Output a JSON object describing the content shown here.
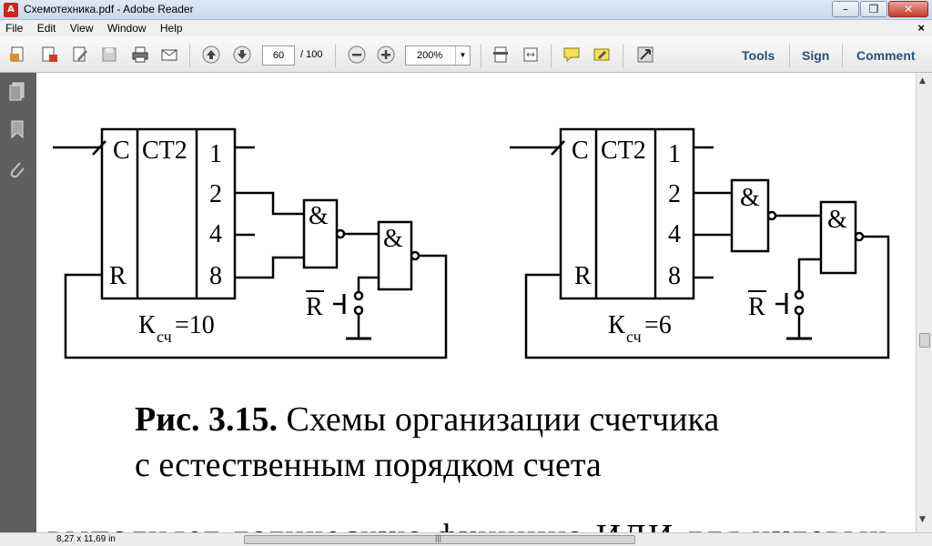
{
  "window": {
    "title": "Схемотехника.pdf - Adobe Reader",
    "app_icon": "pdf-icon"
  },
  "window_controls": {
    "minimize": "–",
    "maximize": "❐",
    "close": "✕"
  },
  "menu": {
    "items": [
      "File",
      "Edit",
      "View",
      "Window",
      "Help"
    ],
    "close_glyph": "×"
  },
  "toolbar": {
    "page_current": "60",
    "page_total": "/ 100",
    "zoom": "200%",
    "tools_label": "Tools",
    "sign_label": "Sign",
    "comment_label": "Comment"
  },
  "status": {
    "page_size": "8,27 x 11,69 in"
  },
  "figure": {
    "left": {
      "clock_label": "C",
      "counter_label": "CT2",
      "reset_label": "R",
      "outputs": [
        "1",
        "2",
        "4",
        "8"
      ],
      "gate1": "&",
      "gate2": "&",
      "button_label": "R",
      "k_base": "К",
      "k_sub": "сч",
      "k_value": "=10"
    },
    "right": {
      "clock_label": "C",
      "counter_label": "CT2",
      "reset_label": "R",
      "outputs": [
        "1",
        "2",
        "4",
        "8"
      ],
      "gate1": "&",
      "gate2": "&",
      "button_label": "R",
      "k_base": "К",
      "k_sub": "сч",
      "k_value": "=6"
    }
  },
  "caption": {
    "bold": "Рис. 3.15.",
    "line1": " Схемы организации счетчика",
    "line2": "с естественным порядком счета"
  },
  "body_text": "выполняет логическую функцию ИЛИ для нулевых"
}
